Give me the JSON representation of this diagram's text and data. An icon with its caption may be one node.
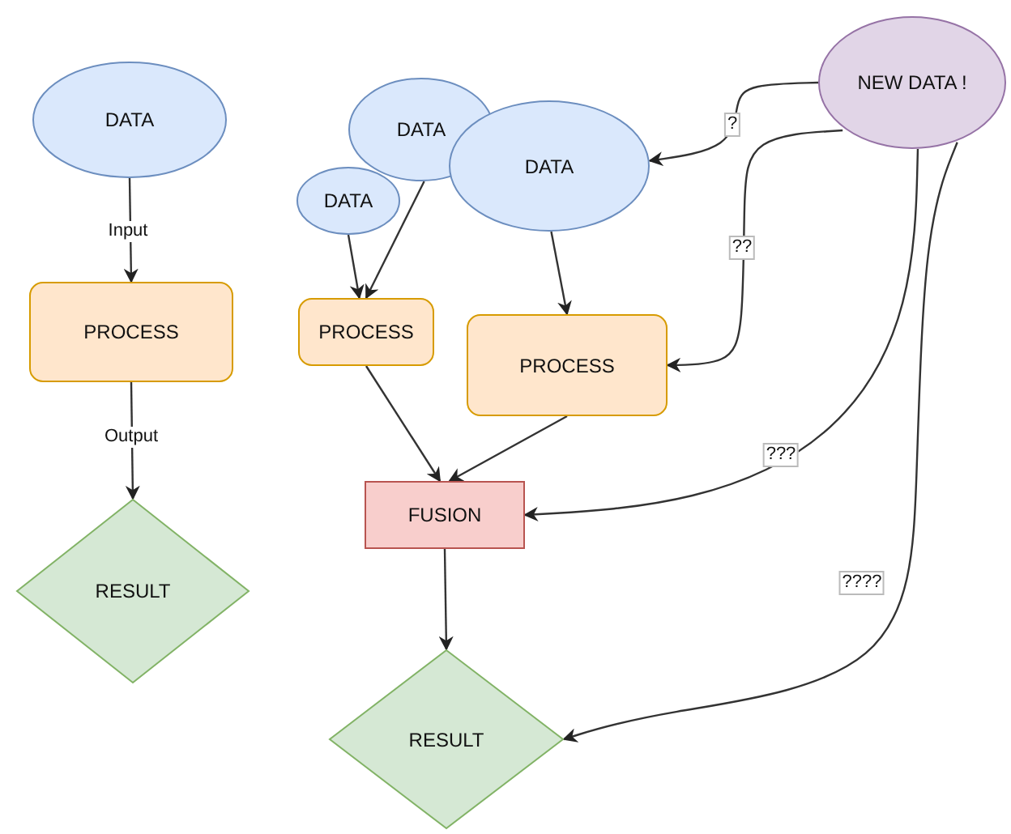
{
  "diagram": {
    "nodes": [
      {
        "text": [
          "DATA"
        ]
      },
      {
        "text": [
          "PROCESS"
        ]
      },
      {
        "text": [
          "RESULT"
        ]
      },
      {
        "text": [
          "DATA"
        ]
      },
      {
        "text": [
          "DATA"
        ]
      },
      {
        "text": [
          "DATA"
        ]
      },
      {
        "text": [
          "NEW DATA !"
        ]
      },
      {
        "text": [
          "PROCESS"
        ]
      },
      {
        "text": [
          "PROCESS"
        ]
      },
      {
        "text": [
          "FUSION"
        ]
      },
      {
        "text": [
          "RESULT"
        ]
      }
    ],
    "edges": [
      {
        "from": 0,
        "to": 1,
        "arrow": "to",
        "label": "Input"
      },
      {
        "from": 1,
        "to": 2,
        "arrow": "to",
        "label": "Output"
      },
      {
        "from": 4,
        "to": 7,
        "arrow": "to"
      },
      {
        "from": 3,
        "to": 7,
        "arrow": "to"
      },
      {
        "from": 5,
        "to": 8,
        "arrow": "to"
      },
      {
        "from": 7,
        "to": 9,
        "arrow": "to"
      },
      {
        "from": 8,
        "to": 9,
        "arrow": "to"
      },
      {
        "from": 9,
        "to": 10,
        "arrow": "to"
      },
      {
        "from": 6,
        "to": 5,
        "arrow": "to",
        "label": "?"
      },
      {
        "from": 6,
        "to": 8,
        "arrow": "to",
        "label": "??"
      },
      {
        "from": 6,
        "to": 9,
        "arrow": "to",
        "label": "???"
      },
      {
        "from": 6,
        "to": 10,
        "arrow": "to",
        "label": "????"
      }
    ]
  }
}
